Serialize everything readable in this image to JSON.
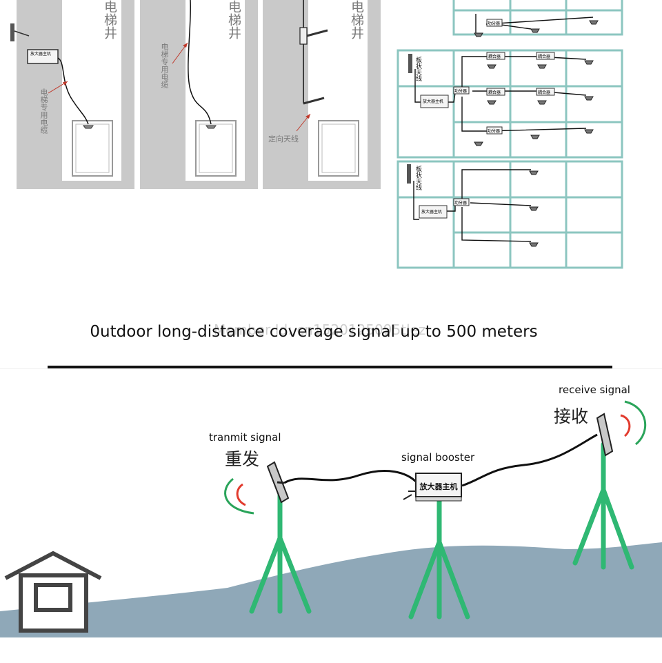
{
  "elevator": {
    "shaft_label": "电梯井",
    "cable_label": "电梯专用电缆",
    "directional_label": "定向天线",
    "amp_label": "放大器主机"
  },
  "building": {
    "panel_antenna_label": "板状天线",
    "amp_label": "放大器主机",
    "splitter_label": "功分器",
    "coupler_label": "耦合器"
  },
  "outdoor": {
    "headline": "0utdoor long-distance coverage signal up to 500 meters",
    "watermark": "Member Id: cn1520125095tlez",
    "transmit_en": "tranmit signal",
    "transmit_cn": "重发",
    "booster_en": "signal booster",
    "booster_box": "放大器主机",
    "receive_en": "receive signal",
    "receive_cn": "接收"
  },
  "colors": {
    "shaft_gray": "#c8c8c8",
    "teal_grid": "#8cc6c0",
    "hill_blue": "#8fa8b8",
    "pole_green": "#2fb873",
    "signal_red": "#e23b2e",
    "signal_green": "#2aa45a"
  }
}
